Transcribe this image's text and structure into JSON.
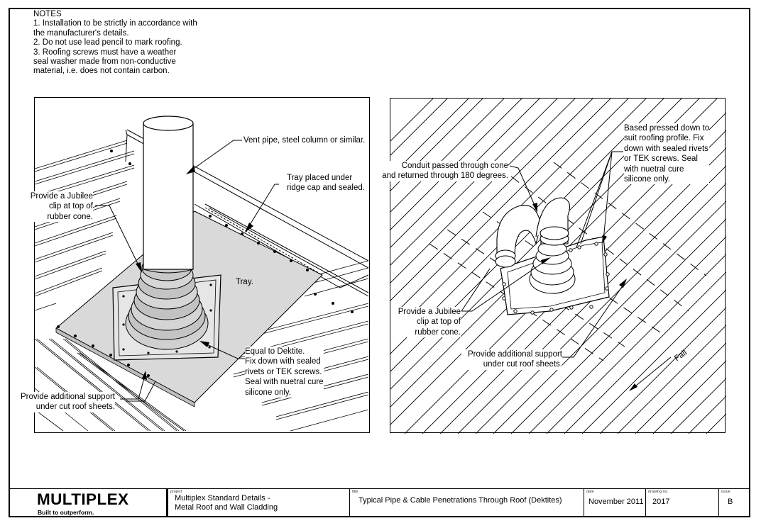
{
  "notes": {
    "heading": "NOTES",
    "lines": [
      "1. Installation to be strictly in accordance with",
      "the manufacturer's details.",
      "2. Do not use lead pencil to mark roofing.",
      "3. Roofing screws must have a weather",
      "seal washer made from non-conductive",
      "material, i.e. does not contain carbon."
    ]
  },
  "left_detail": {
    "labels": {
      "vent_pipe": "Vent pipe, steel column or similar.",
      "tray_ridge": "Tray placed under\nridge cap and sealed.",
      "jubilee": "Provide a Jubilee\nclip at top of\nrubber cone.",
      "tray": "Tray.",
      "dektite": "Equal to Dektite.\nFix down with sealed\nrivets or TEK screws.\nSeal with nuetral cure\nsilicone only.",
      "support": "Provide additional support\nunder cut roof sheets."
    }
  },
  "right_detail": {
    "labels": {
      "base": "Based pressed down to\nsuit roofing profile. Fix\ndown with sealed rivets\nor TEK screws. Seal\nwith nuetral cure\nsilicone only.",
      "conduit": "Conduit passed through cone\nand returned through 180 degrees.",
      "jubilee": "Provide a Jubilee\nclip at top of\nrubber cone.",
      "support": "Provide additional support\nunder cut roof sheets.",
      "fall": "Fall"
    }
  },
  "title_block": {
    "brand": "MULTIPLEX",
    "tagline": "Built to outperform.",
    "project_caption": "project",
    "project": "Multiplex Standard Details -\nMetal Roof and Wall Cladding",
    "title_caption": "title",
    "title": "Typical Pipe & Cable Penetrations Through Roof (Dektites)",
    "date_caption": "date",
    "date": "November 2011",
    "drawing_caption": "drawing no.",
    "drawing_no": "2017",
    "issue_caption": "issue",
    "issue": "B"
  }
}
